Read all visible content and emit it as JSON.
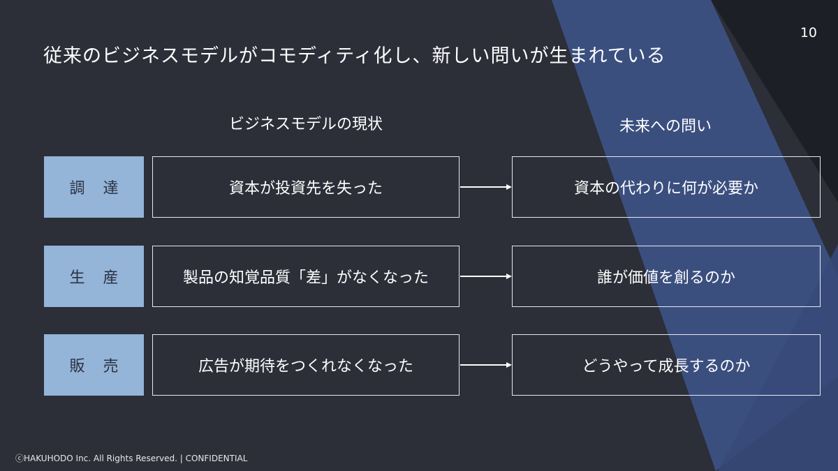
{
  "page_number": "10",
  "title": "従来のビジネスモデルがコモディティ化し、新しい問いが生まれている",
  "headers": {
    "current": "ビジネスモデルの現状",
    "future": "未来への問い"
  },
  "rows": [
    {
      "label": "調達",
      "status": "資本が投資先を失った",
      "question": "資本の代わりに何が必要か"
    },
    {
      "label": "生産",
      "status": "製品の知覚品質「差」がなくなった",
      "question": "誰が価値を創るのか"
    },
    {
      "label": "販売",
      "status": "広告が期待をつくれなくなった",
      "question": "どうやって成長するのか"
    }
  ],
  "footer": "ⓒHAKUHODO Inc. All Rights Reserved. | CONFIDENTIAL",
  "colors": {
    "background": "#2c2f38",
    "accent_band": "#3d5286",
    "label_fill": "#94b4d8"
  }
}
